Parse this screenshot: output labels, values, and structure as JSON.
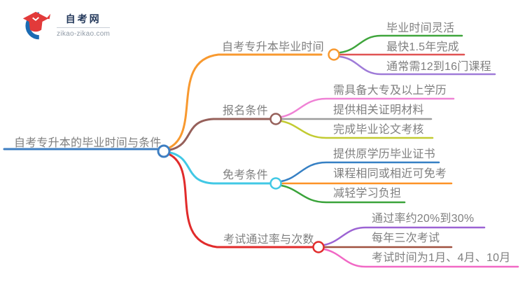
{
  "logo": {
    "site_name": "自考网",
    "domain": "zikao-zikao.com",
    "brand_blue": "#1B6BB3",
    "brand_red": "#E23A3A"
  },
  "text_color": "#7F7F7F",
  "root": {
    "label": "自考专升本的毕业时间与条件",
    "color": "#3D7EC2"
  },
  "branches": [
    {
      "label": "自考专升本毕业时间",
      "color": "#F8992F",
      "children": [
        {
          "label": "毕业时间灵活",
          "color": "#3FA53C"
        },
        {
          "label": "最快1.5年完成",
          "color": "#E05353"
        },
        {
          "label": "通常需12到16门课程",
          "color": "#9F7BD8"
        }
      ]
    },
    {
      "label": "报名条件",
      "color": "#96605A",
      "children": [
        {
          "label": "需具备大专及以上学历",
          "color": "#EF82D5"
        },
        {
          "label": "提供相关证明材料",
          "color": "#9D9D9D"
        },
        {
          "label": "完成毕业论文考核",
          "color": "#C2CB31"
        }
      ]
    },
    {
      "label": "免考条件",
      "color": "#41C8E5",
      "children": [
        {
          "label": "提供原学历毕业证书",
          "color": "#3680C4"
        },
        {
          "label": "课程相同或相近可免考",
          "color": "#FD9226"
        },
        {
          "label": "减轻学习负担",
          "color": "#3AA33A"
        }
      ]
    },
    {
      "label": "考试通过率与次数",
      "color": "#E12B2B",
      "children": [
        {
          "label": "通过率约20%到30%",
          "color": "#9C63D3"
        },
        {
          "label": "每年三次考试",
          "color": "#A0513F"
        },
        {
          "label": "考试时间为1月、4月、10月",
          "color": "#F168C5"
        }
      ]
    }
  ]
}
